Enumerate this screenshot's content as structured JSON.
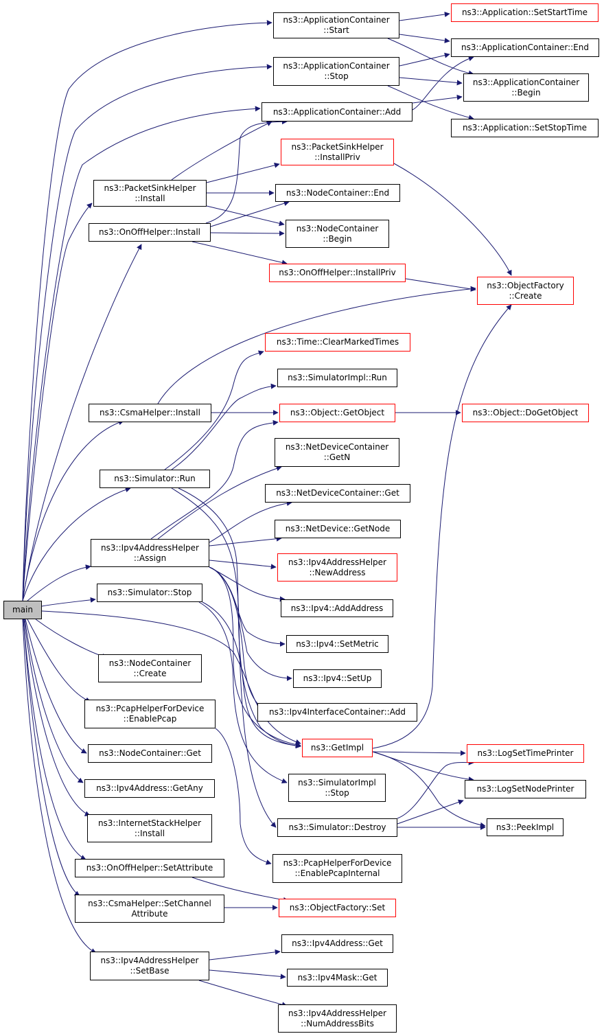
{
  "colors": {
    "edge": "#191970",
    "red_border": "#ff0000",
    "black_border": "#000000",
    "root_fill": "#bfbfbf"
  },
  "nodes": {
    "main": {
      "lines": [
        "main"
      ]
    },
    "app_start": {
      "lines": [
        "ns3::ApplicationContainer",
        "::Start"
      ]
    },
    "app_set_start_time": {
      "lines": [
        "ns3::Application::SetStartTime"
      ]
    },
    "app_container_end": {
      "lines": [
        "ns3::ApplicationContainer::End"
      ]
    },
    "app_stop": {
      "lines": [
        "ns3::ApplicationContainer",
        "::Stop"
      ]
    },
    "app_container_begin": {
      "lines": [
        "ns3::ApplicationContainer",
        "::Begin"
      ]
    },
    "app_container_add": {
      "lines": [
        "ns3::ApplicationContainer::Add"
      ]
    },
    "app_set_stop_time": {
      "lines": [
        "ns3::Application::SetStopTime"
      ]
    },
    "packet_sink_install_priv": {
      "lines": [
        "ns3::PacketSinkHelper",
        "::InstallPriv"
      ]
    },
    "packet_sink_install": {
      "lines": [
        "ns3::PacketSinkHelper",
        "::Install"
      ]
    },
    "node_container_end": {
      "lines": [
        "ns3::NodeContainer::End"
      ]
    },
    "onoff_install": {
      "lines": [
        "ns3::OnOffHelper::Install"
      ]
    },
    "node_container_begin": {
      "lines": [
        "ns3::NodeContainer",
        "::Begin"
      ]
    },
    "onoff_install_priv": {
      "lines": [
        "ns3::OnOffHelper::InstallPriv"
      ]
    },
    "object_factory_create": {
      "lines": [
        "ns3::ObjectFactory",
        "::Create"
      ]
    },
    "time_clear_marked": {
      "lines": [
        "ns3::Time::ClearMarkedTimes"
      ]
    },
    "simulator_impl_run": {
      "lines": [
        "ns3::SimulatorImpl::Run"
      ]
    },
    "csma_install": {
      "lines": [
        "ns3::CsmaHelper::Install"
      ]
    },
    "object_get_object": {
      "lines": [
        "ns3::Object::GetObject"
      ]
    },
    "object_do_get_object": {
      "lines": [
        "ns3::Object::DoGetObject"
      ]
    },
    "net_device_container_getn": {
      "lines": [
        "ns3::NetDeviceContainer",
        "::GetN"
      ]
    },
    "simulator_run": {
      "lines": [
        "ns3::Simulator::Run"
      ]
    },
    "net_device_container_get": {
      "lines": [
        "ns3::NetDeviceContainer::Get"
      ]
    },
    "net_device_get_node": {
      "lines": [
        "ns3::NetDevice::GetNode"
      ]
    },
    "ipv4_address_helper_assign": {
      "lines": [
        "ns3::Ipv4AddressHelper",
        "::Assign"
      ]
    },
    "ipv4_address_helper_new_address": {
      "lines": [
        "ns3::Ipv4AddressHelper",
        "::NewAddress"
      ]
    },
    "simulator_stop": {
      "lines": [
        "ns3::Simulator::Stop"
      ]
    },
    "ipv4_add_address": {
      "lines": [
        "ns3::Ipv4::AddAddress"
      ]
    },
    "ipv4_set_metric": {
      "lines": [
        "ns3::Ipv4::SetMetric"
      ]
    },
    "node_container_create": {
      "lines": [
        "ns3::NodeContainer",
        "::Create"
      ]
    },
    "ipv4_set_up": {
      "lines": [
        "ns3::Ipv4::SetUp"
      ]
    },
    "pcap_enable_pcap": {
      "lines": [
        "ns3::PcapHelperForDevice",
        "::EnablePcap"
      ]
    },
    "ipv4_interface_container_add": {
      "lines": [
        "ns3::Ipv4InterfaceContainer::Add"
      ]
    },
    "node_container_get": {
      "lines": [
        "ns3::NodeContainer::Get"
      ]
    },
    "get_impl": {
      "lines": [
        "ns3::GetImpl"
      ]
    },
    "log_set_time_printer": {
      "lines": [
        "ns3::LogSetTimePrinter"
      ]
    },
    "ipv4_address_get_any": {
      "lines": [
        "ns3::Ipv4Address::GetAny"
      ]
    },
    "simulator_impl_stop": {
      "lines": [
        "ns3::SimulatorImpl",
        "::Stop"
      ]
    },
    "log_set_node_printer": {
      "lines": [
        "ns3::LogSetNodePrinter"
      ]
    },
    "internet_stack_install": {
      "lines": [
        "ns3::InternetStackHelper",
        "::Install"
      ]
    },
    "simulator_destroy": {
      "lines": [
        "ns3::Simulator::Destroy"
      ]
    },
    "peek_impl": {
      "lines": [
        "ns3::PeekImpl"
      ]
    },
    "pcap_enable_pcap_internal": {
      "lines": [
        "ns3::PcapHelperForDevice",
        "::EnablePcapInternal"
      ]
    },
    "onoff_set_attribute": {
      "lines": [
        "ns3::OnOffHelper::SetAttribute"
      ]
    },
    "csma_set_channel_attribute": {
      "lines": [
        "ns3::CsmaHelper::SetChannel",
        "Attribute"
      ]
    },
    "object_factory_set": {
      "lines": [
        "ns3::ObjectFactory::Set"
      ]
    },
    "ipv4_address_get": {
      "lines": [
        "ns3::Ipv4Address::Get"
      ]
    },
    "ipv4_address_helper_set_base": {
      "lines": [
        "ns3::Ipv4AddressHelper",
        "::SetBase"
      ]
    },
    "ipv4_mask_get": {
      "lines": [
        "ns3::Ipv4Mask::Get"
      ]
    },
    "ipv4_address_helper_num_bits": {
      "lines": [
        "ns3::Ipv4AddressHelper",
        "::NumAddressBits"
      ]
    }
  }
}
